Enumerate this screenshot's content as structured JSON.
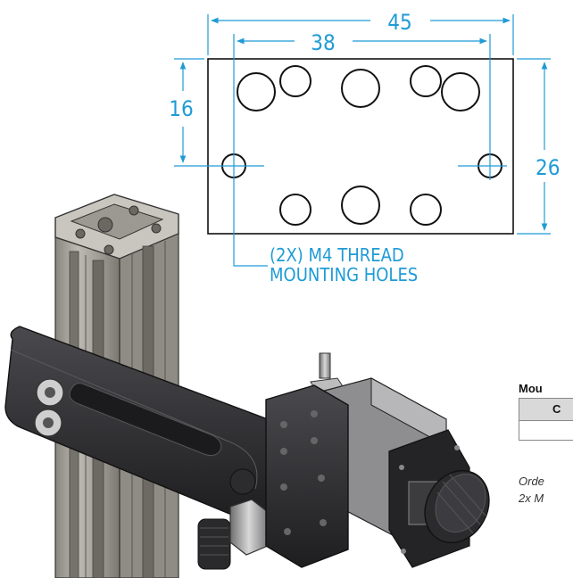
{
  "dimensions": {
    "overall_width": "45",
    "hole_spacing": "38",
    "hole_height": "16",
    "overall_height": "26"
  },
  "callout": {
    "line1": "(2X) M4 THREAD",
    "line2": "MOUNTING HOLES"
  },
  "side_panel": {
    "title": "Mou",
    "table_header": "C",
    "note_line1": "Orde",
    "note_line2": "2x M"
  },
  "colors": {
    "dimension": "#1f9bd6",
    "outline": "#111111",
    "metal_dark": "#2b2b2d",
    "aluminum": "#a9a6a0"
  }
}
